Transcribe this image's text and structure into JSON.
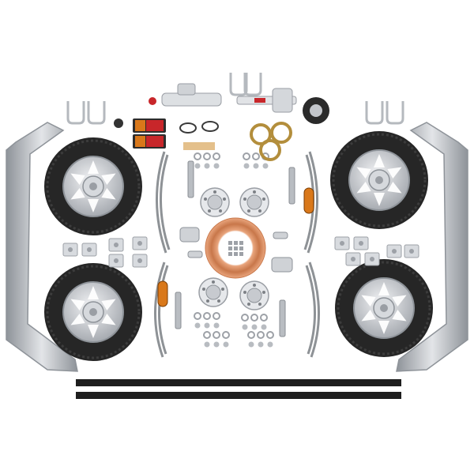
{
  "image": {
    "subject": "trailer-parts-kit",
    "background_color": "#ffffff"
  },
  "colors": {
    "tyre": "#2b2b2b",
    "rim": "#c9ccd0",
    "steel": "#a9adb2",
    "spring": "#8e9296",
    "copper": "#d98a5e",
    "amber": "#d9781a",
    "red_lamp": "#c8262a",
    "bar": "#1e1e1e"
  },
  "parts": {
    "wheels": [
      "wheel-top-left",
      "wheel-top-right",
      "wheel-bottom-left",
      "wheel-bottom-right"
    ],
    "mudguards": [
      "mudguard-left",
      "mudguard-right"
    ],
    "leaf_springs": [
      "leaf-spring-1",
      "leaf-spring-2",
      "leaf-spring-3",
      "leaf-spring-4"
    ],
    "axle_bars": [
      "axle-bar-top",
      "axle-bar-bottom"
    ]
  }
}
